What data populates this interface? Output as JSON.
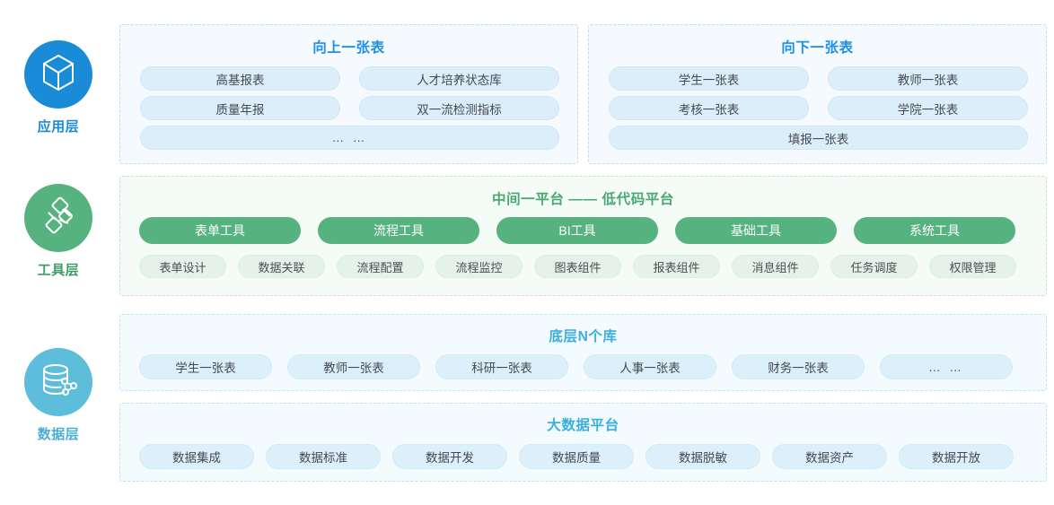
{
  "layers": [
    {
      "id": "application",
      "label": "应用层",
      "icon": "cube-hexagon-icon",
      "color": "#1A8BD6"
    },
    {
      "id": "tool",
      "label": "工具层",
      "icon": "network-nodes-icon",
      "color": "#56B37F"
    },
    {
      "id": "data",
      "label": "数据层",
      "icon": "database-cylinder-icon",
      "color": "#5FBDDC"
    }
  ],
  "application_layer": {
    "panels": [
      {
        "title": "向上一张表",
        "rows": [
          [
            "高基报表",
            "人才培养状态库"
          ],
          [
            "质量年报",
            "双一流检测指标"
          ],
          [
            "… …"
          ]
        ]
      },
      {
        "title": "向下一张表",
        "rows": [
          [
            "学生一张表",
            "教师一张表"
          ],
          [
            "考核一张表",
            "学院一张表"
          ],
          [
            "填报一张表"
          ]
        ]
      }
    ]
  },
  "tool_layer": {
    "title": "中间一平台 —— 低代码平台",
    "tools": [
      "表单工具",
      "流程工具",
      "BI工具",
      "基础工具",
      "系统工具"
    ],
    "components": [
      "表单设计",
      "数据关联",
      "流程配置",
      "流程监控",
      "图表组件",
      "报表组件",
      "消息组件",
      "任务调度",
      "权限管理"
    ]
  },
  "data_layer": {
    "repositories": {
      "title": "底层N个库",
      "items": [
        "学生一张表",
        "教师一张表",
        "科研一张表",
        "人事一张表",
        "财务一张表",
        "… …"
      ]
    },
    "bigdata": {
      "title": "大数据平台",
      "items": [
        "数据集成",
        "数据标准",
        "数据开发",
        "数据质量",
        "数据脱敏",
        "数据资产",
        "数据开放"
      ]
    }
  }
}
